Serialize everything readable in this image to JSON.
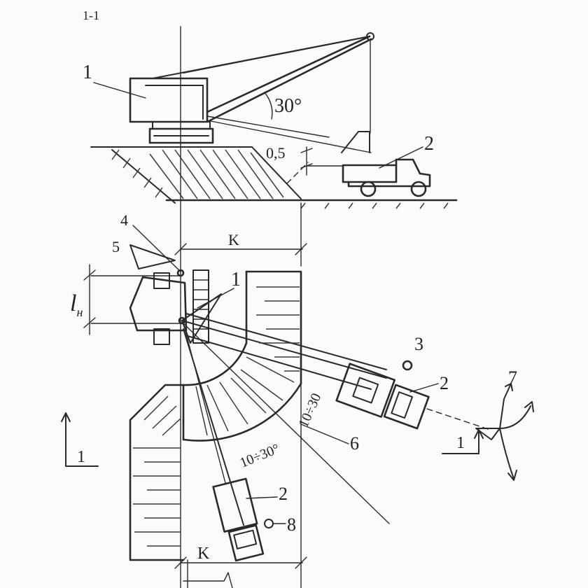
{
  "figure": {
    "section_title": "1-1",
    "labels": {
      "crane_top": "1",
      "truck_top": "2",
      "angle": "30°",
      "clearance": "0,5",
      "pos_4": "4",
      "pos_5": "5",
      "crane_plan": "1",
      "k_top": "K",
      "ln": "l",
      "ln_sub": "н",
      "pos_3": "3",
      "truck_right": "2",
      "pos_7": "7",
      "angle_range_right": "10÷30",
      "pos_6": "6",
      "angle_range_left": "10÷30°",
      "truck_bottom": "2",
      "pos_8": "8",
      "k_bottom": "K",
      "section_left": "1",
      "section_right": "1"
    }
  }
}
